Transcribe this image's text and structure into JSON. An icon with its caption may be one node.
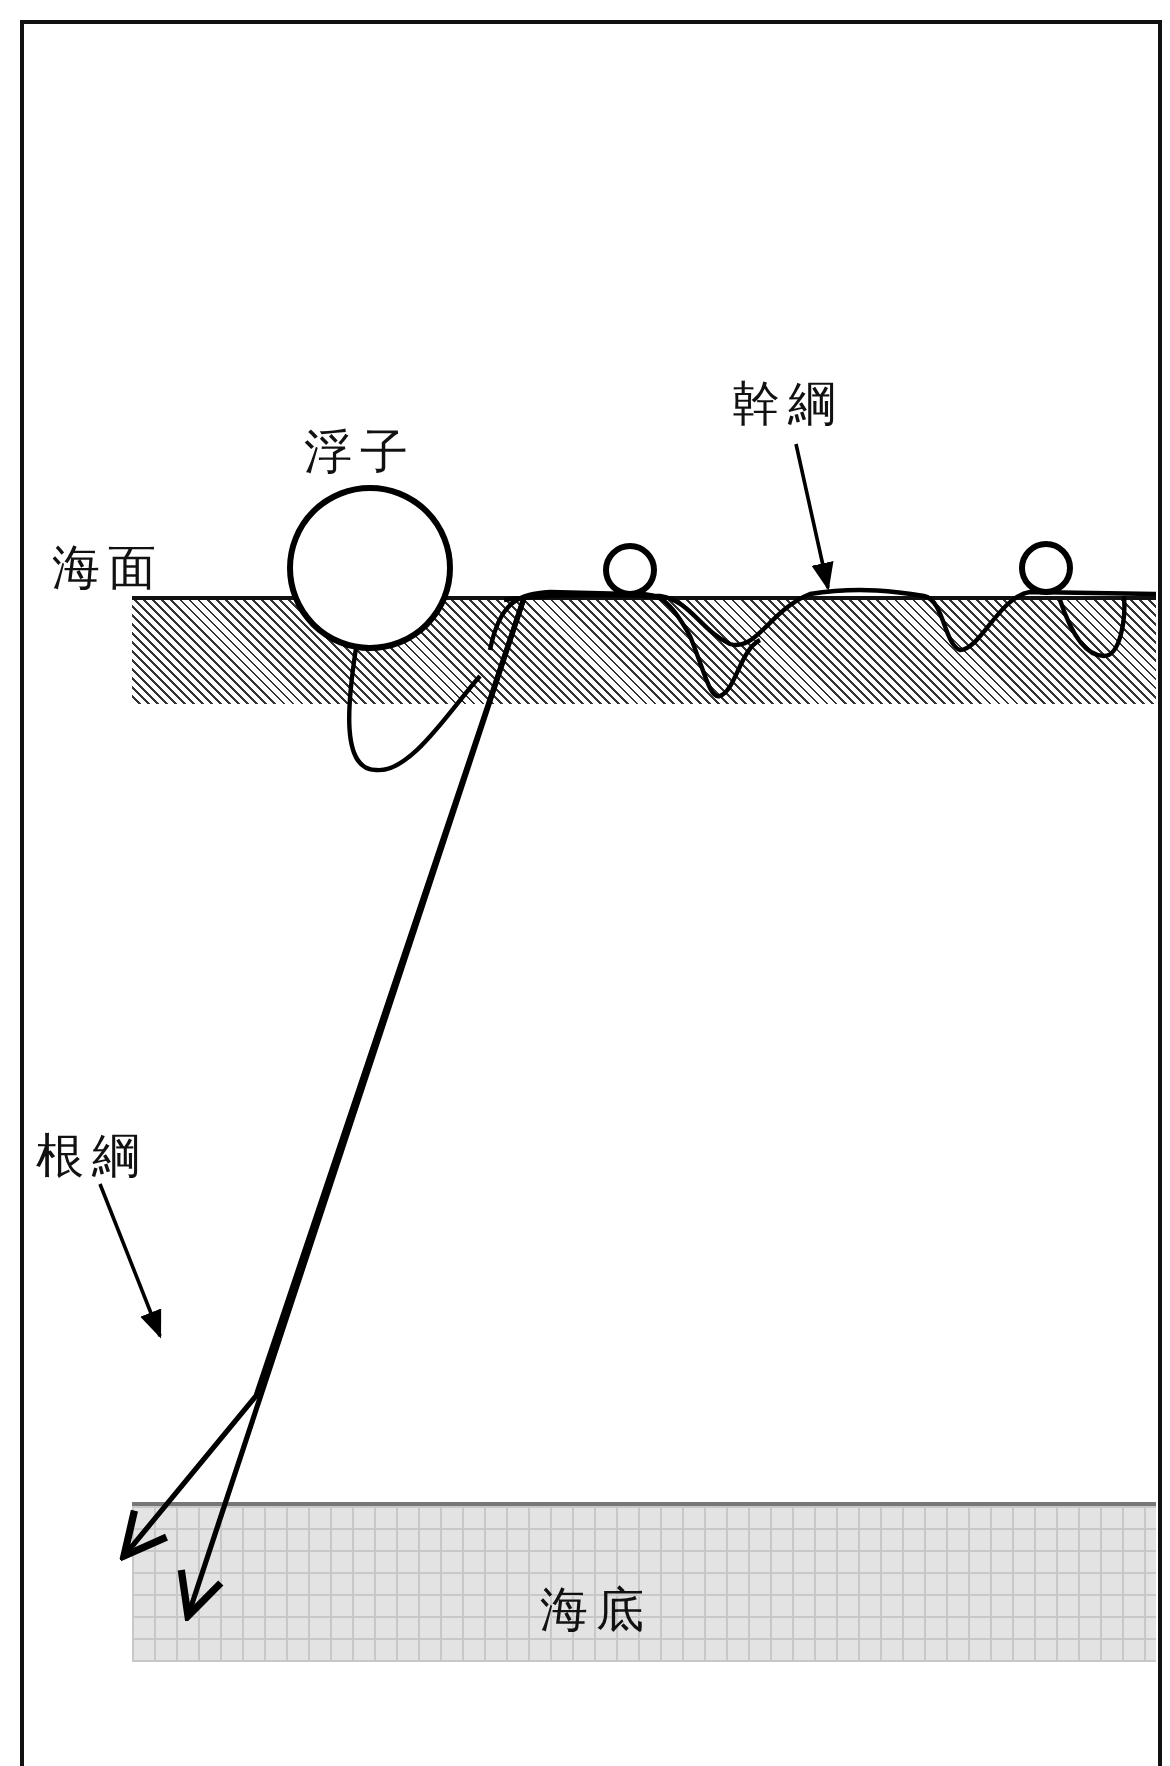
{
  "diagram": {
    "nodes": [
      {
        "text": [
          "海面"
        ]
      },
      {
        "text": [
          "浮子"
        ]
      },
      {
        "text": [
          "幹綱"
        ]
      },
      {
        "text": [
          "根綱"
        ]
      },
      {
        "text": [
          "海底"
        ]
      },
      {
        "text": [],
        "shape": "circle"
      },
      {
        "text": [],
        "shape": "circle"
      }
    ],
    "edges": [
      {
        "from": 0,
        "to": 4,
        "arrow": "to"
      },
      {
        "from": 0,
        "to": 4,
        "arrow": "to"
      },
      {
        "from": 2,
        "to": 0,
        "arrow": "to"
      },
      {
        "from": 3,
        "to": null,
        "arrow": "to"
      },
      {
        "from": 1,
        "to": 0,
        "arrow": "none"
      }
    ]
  }
}
